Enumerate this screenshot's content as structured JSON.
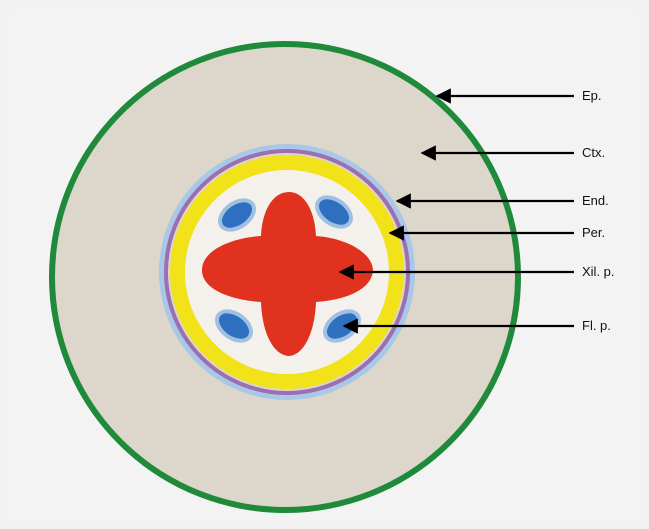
{
  "diagram": {
    "colors": {
      "background": "#f2f2f2",
      "epidermis": "#1f8a3a",
      "cortex": "#ddd6cb",
      "endodermis": "#9b6fb0",
      "endodermis_halo": "#a9c7e6",
      "pericycle": "#f1e21a",
      "stele": "#f4f1ec",
      "xylem": "#e0321f",
      "phloem": "#2f6fbf",
      "phloem_halo": "#9fc0e3",
      "arrow": "#000000"
    },
    "labels": {
      "epidermis": "Ep.",
      "cortex": "Ctx.",
      "endodermis": "End.",
      "pericycle": "Per.",
      "xylem": "Xil. p.",
      "phloem": "Fl. p."
    }
  }
}
